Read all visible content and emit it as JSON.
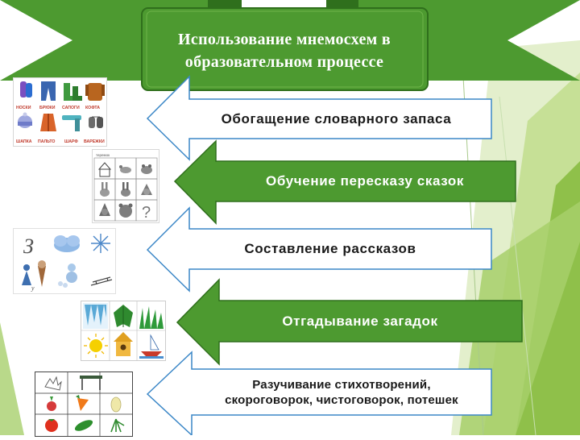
{
  "title": {
    "line1": "Использование  мнемосхем в",
    "line2": "образовательном  процессе"
  },
  "arrows": [
    {
      "label": "Обогащение  словарного  запаса",
      "style": "outline"
    },
    {
      "label": "Обучение пересказу сказок",
      "style": "filled"
    },
    {
      "label": "Составление  рассказов",
      "style": "outline"
    },
    {
      "label": "Отгадывание  загадок",
      "style": "filled"
    },
    {
      "label_line1": "Разучивание стихотворений,",
      "label_line2": "скороговорок, чистоговорок, потешек",
      "style": "outline"
    }
  ],
  "mnemo_clothes": {
    "captions": [
      "НОСКИ",
      "БРЮКИ",
      "САПОГИ",
      "КОФТА",
      "ШАПКА",
      "ПАЛЬТО",
      "ШАРФ",
      "ВАРЕЖКИ"
    ]
  },
  "mnemo_tale": {
    "caption": "теремок"
  },
  "mnemo_winter": {
    "letter": "З",
    "small_letter": "у"
  },
  "colors": {
    "green": "#4d9a30",
    "green_dark": "#2f6f1c",
    "light_green": "#b9d98a",
    "outline_blue": "#3b87c7"
  },
  "icons": [
    "socks-icon",
    "trousers-icon",
    "boots-icon",
    "sweater-icon",
    "hat-icon",
    "coat-icon",
    "scarf-icon",
    "mittens-icon",
    "house-icon",
    "mouse-icon",
    "frog-icon",
    "hare-icon",
    "fox-icon",
    "wolf-icon",
    "bear-icon",
    "question-icon",
    "cloud-icon",
    "snowflake-icon",
    "icecream-icon",
    "snowman-icon",
    "sled-icon",
    "icicles-icon",
    "leaf-icon",
    "grass-icon",
    "sun-icon",
    "birdhouse-icon",
    "boat-icon",
    "hand-icon",
    "table-icon",
    "radish-icon",
    "carrot-icon",
    "squash-icon",
    "tomato-icon",
    "cucumber-icon",
    "onion-icon"
  ]
}
